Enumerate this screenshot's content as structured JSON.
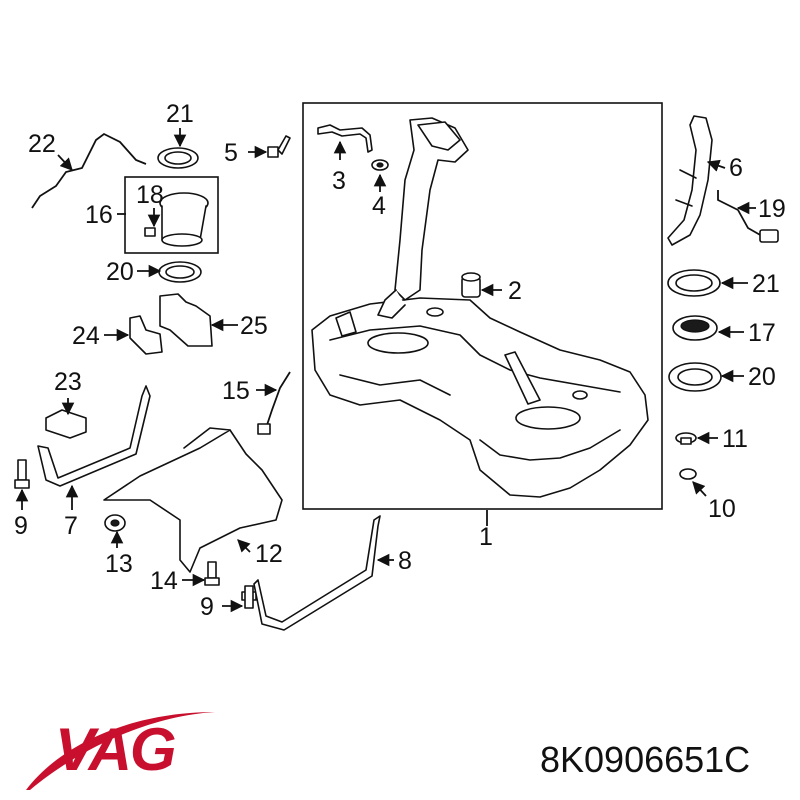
{
  "brand": {
    "logo_text": "VAG",
    "logo_color": "#c8102e"
  },
  "part_number": "8K0906651C",
  "callouts": {
    "c1": "1",
    "c2": "2",
    "c3": "3",
    "c4": "4",
    "c5": "5",
    "c6": "6",
    "c7": "7",
    "c8": "8",
    "c9a": "9",
    "c9b": "9",
    "c10": "10",
    "c11": "11",
    "c12": "12",
    "c13": "13",
    "c14": "14",
    "c15": "15",
    "c16": "16",
    "c17": "17",
    "c18": "18",
    "c19": "19",
    "c20a": "20",
    "c20b": "20",
    "c21a": "21",
    "c21b": "21",
    "c22": "22",
    "c23": "23",
    "c24": "24",
    "c25": "25"
  }
}
